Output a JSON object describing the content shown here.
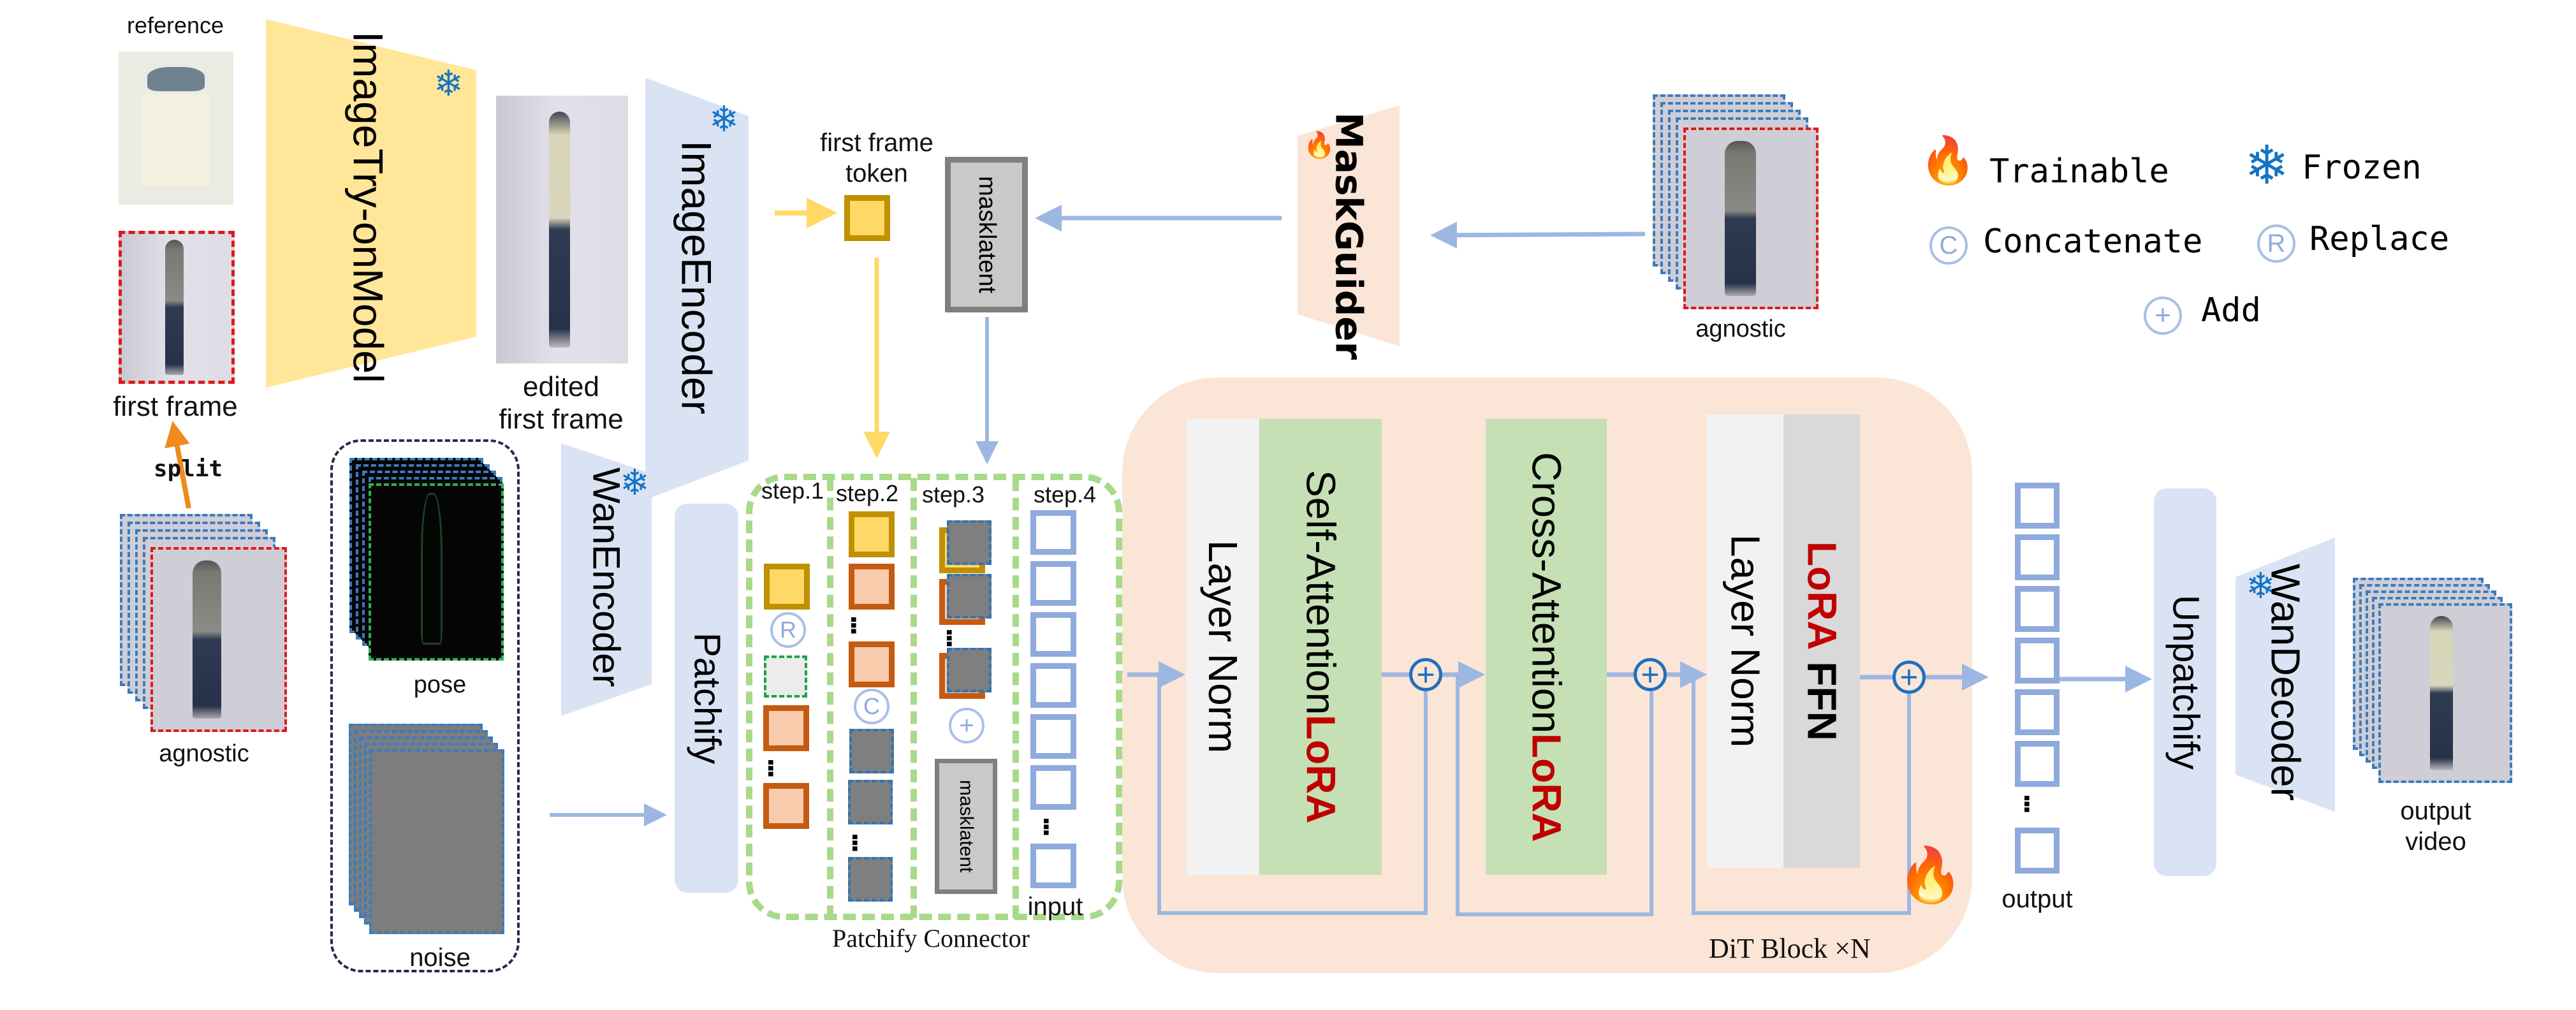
{
  "colors": {
    "tryon_model": "#ffe699",
    "encoder_blue": "#dae3f3",
    "mask_guider": "#fbe5d6",
    "dit_block": "#fbe5d6",
    "layer_norm": "#f2f2f2",
    "attention_green": "#c5e0b4",
    "ffn_gray": "#d9d9d9",
    "lora_red": "#c00000",
    "arrow_blue": "#9db7e3",
    "arrow_yellow": "#ffd966",
    "arrow_orange": "#f08a1c",
    "connector_dash": "#a9d98a",
    "frozen_blue": "#1473c7",
    "trainable_red": "#c00000"
  },
  "inputs": {
    "reference_label": "reference",
    "first_frame_label": "first frame",
    "split_label": "split",
    "agnostic_label_left": "agnostic",
    "agnostic_label_right": "agnostic",
    "pose_label": "pose",
    "noise_label": "noise"
  },
  "tryon": {
    "line1": "Image",
    "line2": "Try-on",
    "line3": "Model",
    "state_icon": "snowflake-icon"
  },
  "edited": {
    "line1": "edited",
    "line2": "first frame"
  },
  "image_encoder": {
    "line1": "Image",
    "line2": "Encoder",
    "state_icon": "snowflake-icon"
  },
  "first_frame_token": {
    "line1": "first frame",
    "line2": "token"
  },
  "mask_latent": {
    "line1": "mask",
    "line2": "latent"
  },
  "mask_guider": {
    "line1": "Mask",
    "line2": "Guider",
    "state_icon": "fire-icon"
  },
  "legend": {
    "items": [
      {
        "icon": "fire-icon",
        "glyph": "🔥",
        "label": "Trainable"
      },
      {
        "icon": "snowflake-icon",
        "glyph": "❄",
        "label": "Frozen"
      },
      {
        "icon": "concatenate-icon",
        "glyph": "C",
        "label": "Concatenate"
      },
      {
        "icon": "replace-icon",
        "glyph": "R",
        "label": "Replace"
      },
      {
        "icon": "add-icon",
        "glyph": "+",
        "label": "Add"
      }
    ]
  },
  "wan_encoder": {
    "line1": "Wan",
    "line2": "Encoder",
    "state_icon": "snowflake-icon"
  },
  "patchify": {
    "label": "Patchify"
  },
  "connector": {
    "title": "Patchify Connector",
    "steps": [
      "step.1",
      "step.2",
      "step.3",
      "step.4"
    ],
    "replace_glyph": "R",
    "concat_glyph": "C",
    "add_glyph": "+",
    "mask_line1": "mask",
    "mask_line2": "latent",
    "input_label": "input",
    "ellipsis": "..."
  },
  "dit": {
    "title": "DiT Block ×N",
    "layer_norm_1": "Layer Norm",
    "self_attention_lora": "LoRA",
    "self_attention": "Self-Attention",
    "cross_attention_lora": "LoRA",
    "cross_attention": "Cross-Attention",
    "layer_norm_2": "Layer Norm",
    "ffn_lora": "LoRA",
    "ffn": " FFN",
    "plus_glyph": "+",
    "state_icon": "fire-icon"
  },
  "output_tokens": {
    "label": "output",
    "ellipsis": "..."
  },
  "unpatchify": {
    "label": "Unpatchify"
  },
  "wan_decoder": {
    "line1": "Wan",
    "line2": "Decoder",
    "state_icon": "snowflake-icon"
  },
  "output_video": {
    "line1": "output",
    "line2": "video"
  }
}
